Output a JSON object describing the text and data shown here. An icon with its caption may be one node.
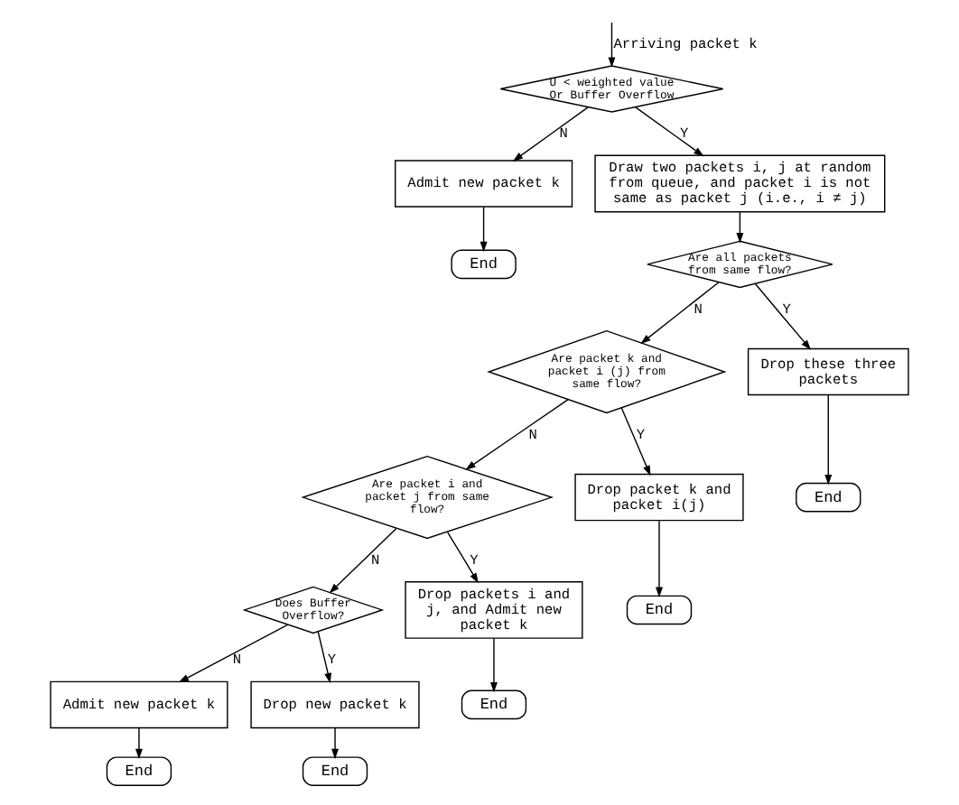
{
  "diagram": {
    "nodes": [
      {
        "text": [
          "U < weighted value Or Buffer Overflow"
        ]
      },
      {
        "text": [
          "Admit new packet k"
        ]
      },
      {
        "text": [
          "End"
        ]
      },
      {
        "text": [
          "Draw two packets i, j at random from queue, and packet i is not same as packet j (i.e., i ≠ j)"
        ]
      },
      {
        "text": [
          "Are all packets from same flow?"
        ]
      },
      {
        "text": [
          "Are packet k and packet i (j) from same flow?"
        ]
      },
      {
        "text": [
          "Drop these three packets"
        ]
      },
      {
        "text": [
          "End"
        ]
      },
      {
        "text": [
          "Are packet i and packet j from same flow?"
        ]
      },
      {
        "text": [
          "Drop packet k and packet i(j)"
        ]
      },
      {
        "text": [
          "End"
        ]
      },
      {
        "text": [
          "Does Buffer Overflow?"
        ]
      },
      {
        "text": [
          "Drop packets i and j, and Admit new packet k"
        ]
      },
      {
        "text": [
          "End"
        ]
      },
      {
        "text": [
          "Admit new packet k"
        ]
      },
      {
        "text": [
          "Drop new packet k"
        ]
      },
      {
        "text": [
          "End"
        ]
      },
      {
        "text": [
          "End"
        ]
      }
    ],
    "edges": [
      {
        "from": null,
        "to": 0,
        "arrow": "to",
        "label": "Arriving packet k"
      },
      {
        "from": 0,
        "to": 1,
        "arrow": "to",
        "label": "N"
      },
      {
        "from": 0,
        "to": 3,
        "arrow": "to",
        "label": "Y"
      },
      {
        "from": 1,
        "to": 2,
        "arrow": "to"
      },
      {
        "from": 3,
        "to": 4,
        "arrow": "to"
      },
      {
        "from": 4,
        "to": 5,
        "arrow": "to",
        "label": "N"
      },
      {
        "from": 4,
        "to": 6,
        "arrow": "to",
        "label": "Y"
      },
      {
        "from": 6,
        "to": 7,
        "arrow": "to"
      },
      {
        "from": 5,
        "to": 8,
        "arrow": "to",
        "label": "N"
      },
      {
        "from": 5,
        "to": 9,
        "arrow": "to",
        "label": "Y"
      },
      {
        "from": 9,
        "to": 10,
        "arrow": "to"
      },
      {
        "from": 8,
        "to": 11,
        "arrow": "to",
        "label": "N"
      },
      {
        "from": 8,
        "to": 12,
        "arrow": "to",
        "label": "Y"
      },
      {
        "from": 12,
        "to": 13,
        "arrow": "to"
      },
      {
        "from": 11,
        "to": 14,
        "arrow": "to",
        "label": "N"
      },
      {
        "from": 11,
        "to": 15,
        "arrow": "to",
        "label": "Y"
      },
      {
        "from": 14,
        "to": 16,
        "arrow": "to"
      },
      {
        "from": 15,
        "to": 17,
        "arrow": "to"
      }
    ]
  }
}
